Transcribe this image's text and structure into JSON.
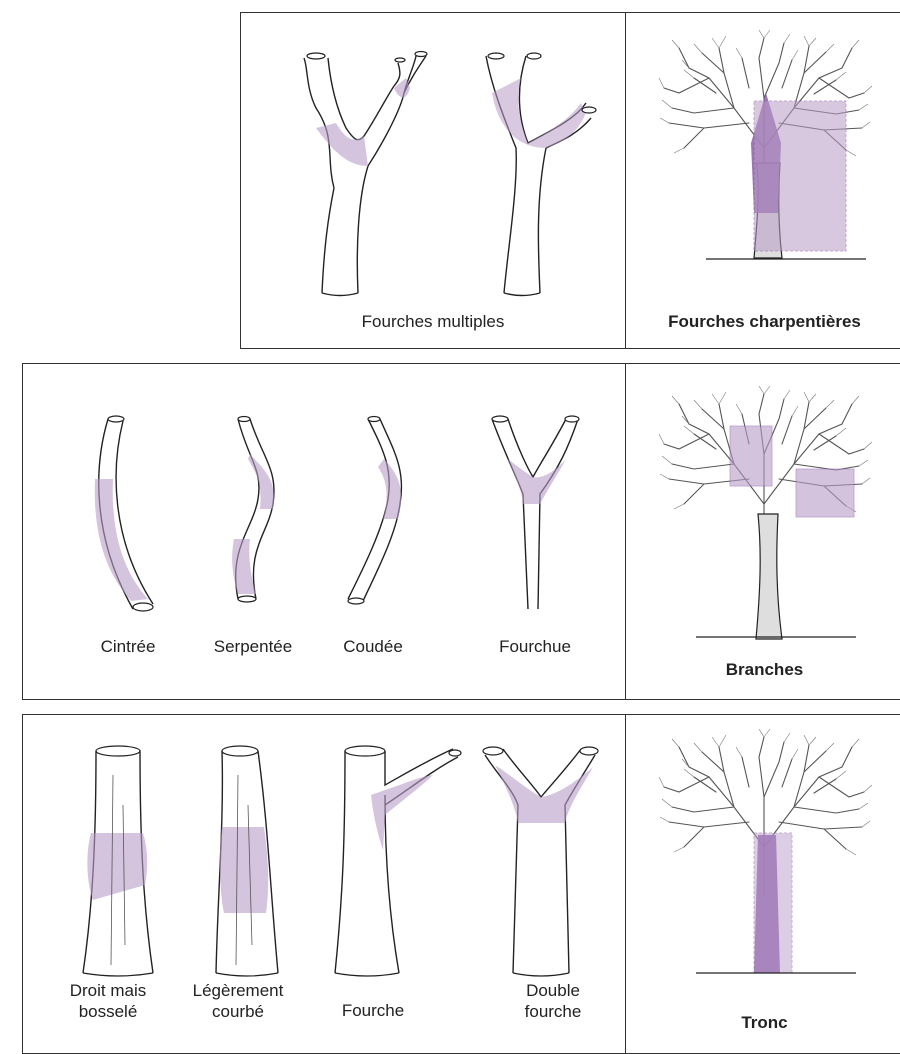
{
  "colors": {
    "highlight": "#b89cc8",
    "highlight_strong": "#8e5fa8",
    "trunk_fill": "#e3e3e3",
    "outline": "#222222",
    "accent_line": "#9b72b5"
  },
  "row1": {
    "forms_label": "Fourches multiples",
    "zone_label": "Fourches charpentières"
  },
  "row2": {
    "forms": [
      "Cintrée",
      "Serpentée",
      "Coudée",
      "Fourchue"
    ],
    "zone_label": "Branches"
  },
  "row3": {
    "forms": [
      "Droit mais\nbosselé",
      "Légèrement\ncourbé",
      "Fourche",
      "Double\nfourche"
    ],
    "zone_label": "Tronc"
  }
}
